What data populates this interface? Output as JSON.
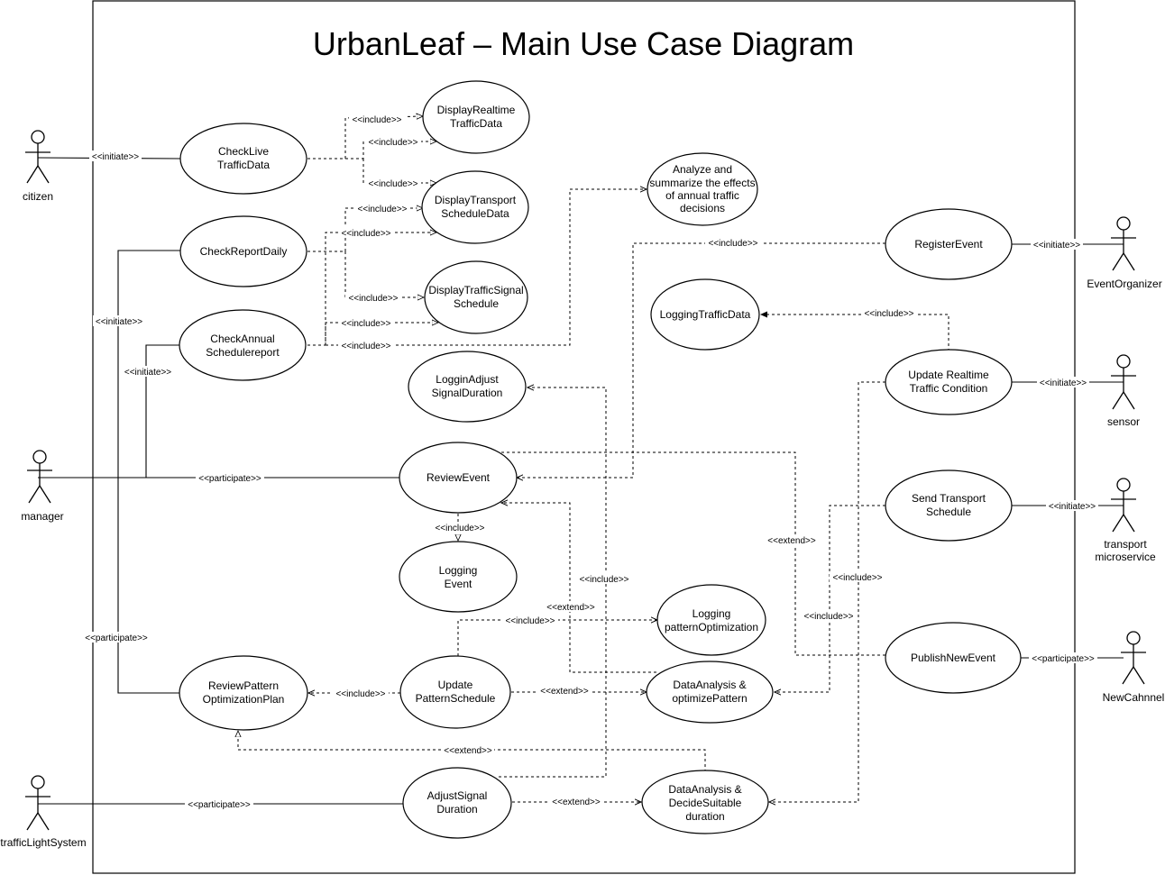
{
  "title": "UrbanLeaf – Main Use Case Diagram",
  "actors": {
    "citizen": "citizen",
    "manager": "manager",
    "trafficLightSystem": "trafficLightSystem",
    "eventOrganizer": "EventOrganizer",
    "sensor": "sensor",
    "transport1": "transport",
    "transport2": "microservice",
    "newChannel": "NewCahnnel"
  },
  "usecases": {
    "checkLive": [
      "CheckLive",
      "TrafficData"
    ],
    "checkReportDaily": [
      "CheckReportDaily"
    ],
    "checkAnnual": [
      "CheckAnnual",
      "Schedulereport"
    ],
    "displayRealtime": [
      "DisplayRealtime",
      "TrafficData"
    ],
    "displayTransport": [
      "DisplayTransport",
      "ScheduleData"
    ],
    "displaySignal": [
      "DisplayTrafficSignal",
      "Schedule"
    ],
    "analyze": [
      "Analyze and",
      "summarize the effects",
      "of annual traffic",
      "decisions"
    ],
    "registerEvent": [
      "RegisterEvent"
    ],
    "loggingTraffic": [
      "LoggingTrafficData"
    ],
    "updateRealtime": [
      "Update Realtime",
      "Traffic Condition"
    ],
    "logginAdjust": [
      "LogginAdjust",
      "SignalDuration"
    ],
    "reviewEvent": [
      "ReviewEvent"
    ],
    "loggingEvent": [
      "Logging",
      "Event"
    ],
    "sendTransport": [
      "Send Transport",
      "Schedule"
    ],
    "loggingPattern": [
      "Logging",
      "patternOptimization"
    ],
    "publishEvent": [
      "PublishNewEvent"
    ],
    "reviewPattern": [
      "ReviewPattern",
      "OptimizationPlan"
    ],
    "updatePattern": [
      "Update",
      "PatternSchedule"
    ],
    "dataOptimize": [
      "DataAnalysis &",
      "optimizePattern"
    ],
    "adjustSignal": [
      "AdjustSignal",
      "Duration"
    ],
    "dataDecide": [
      "DataAnalysis &",
      "DecideSuitable",
      "duration"
    ]
  },
  "labels": {
    "initiate": "<<initiate>>",
    "include": "<<include>>",
    "extend": "<<extend>>",
    "participate": "<<participate>>"
  }
}
